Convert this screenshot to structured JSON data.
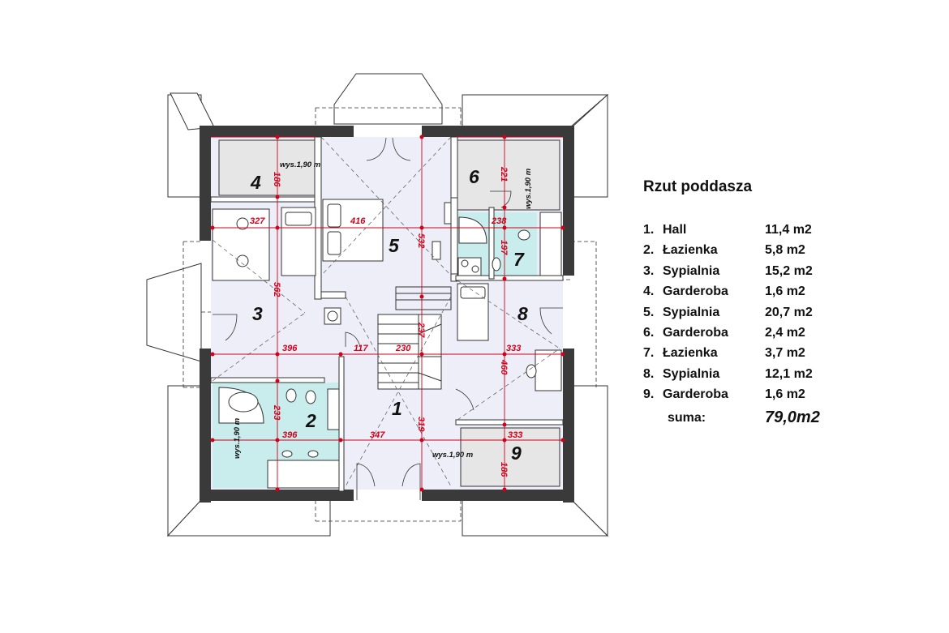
{
  "title": "Rzut poddasza",
  "rooms": [
    {
      "no": "1.",
      "name": "Hall",
      "area": "11,4 m2"
    },
    {
      "no": "2.",
      "name": "Łazienka",
      "area": "5,8 m2"
    },
    {
      "no": "3.",
      "name": "Sypialnia",
      "area": "15,2 m2"
    },
    {
      "no": "4.",
      "name": "Garderoba",
      "area": "1,6 m2"
    },
    {
      "no": "5.",
      "name": "Sypialnia",
      "area": "20,7 m2"
    },
    {
      "no": "6.",
      "name": "Garderoba",
      "area": "2,4 m2"
    },
    {
      "no": "7.",
      "name": "Łazienka",
      "area": "3,7 m2"
    },
    {
      "no": "8.",
      "name": "Sypialnia",
      "area": "12,1 m2"
    },
    {
      "no": "9.",
      "name": "Garderoba",
      "area": "1,6 m2"
    }
  ],
  "total": {
    "label": "suma:",
    "area": "79,0m2"
  },
  "plan": {
    "room_labels": [
      "1",
      "2",
      "3",
      "4",
      "5",
      "6",
      "7",
      "8",
      "9"
    ],
    "dimensions": [
      "327",
      "416",
      "238",
      "396",
      "117",
      "230",
      "333",
      "396",
      "347",
      "333",
      "186",
      "562",
      "532",
      "237",
      "460",
      "221",
      "197",
      "233",
      "319",
      "186"
    ],
    "height_note": "wys.1,90 m",
    "colors": {
      "wall": "#3a3a3a",
      "floor": "#eeeef8",
      "bathroom": "#c9ecec",
      "wardrobe": "#e6e6e6",
      "dimension": "#d0021b"
    }
  }
}
